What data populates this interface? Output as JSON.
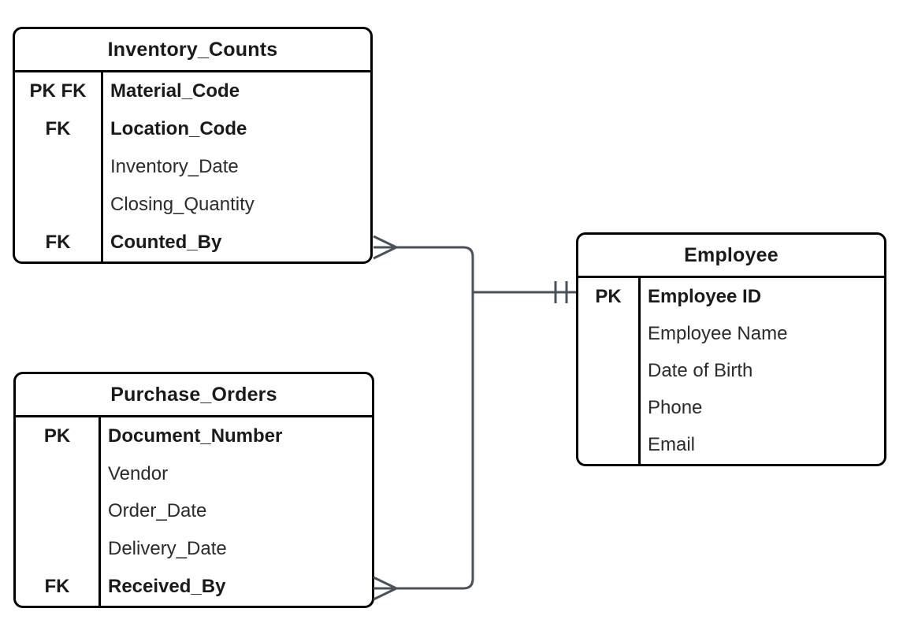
{
  "diagram": {
    "type": "entity-relationship",
    "notation": "crow's foot",
    "connector_color": "#49515c",
    "entity_border_color": "#000000",
    "background_color": "#ffffff"
  },
  "entities": {
    "inventory_counts": {
      "title": "Inventory_Counts",
      "rows": [
        {
          "key": "PK FK",
          "name": "Material_Code"
        },
        {
          "key": "FK",
          "name": "Location_Code"
        },
        {
          "key": "",
          "name": "Inventory_Date"
        },
        {
          "key": "",
          "name": "Closing_Quantity"
        },
        {
          "key": "FK",
          "name": "Counted_By"
        }
      ]
    },
    "purchase_orders": {
      "title": "Purchase_Orders",
      "rows": [
        {
          "key": "PK",
          "name": "Document_Number"
        },
        {
          "key": "",
          "name": "Vendor"
        },
        {
          "key": "",
          "name": "Order_Date"
        },
        {
          "key": "",
          "name": "Delivery_Date"
        },
        {
          "key": "FK",
          "name": "Received_By"
        }
      ]
    },
    "employee": {
      "title": "Employee",
      "rows": [
        {
          "key": "PK",
          "name": "Employee ID"
        },
        {
          "key": "",
          "name": "Employee Name"
        },
        {
          "key": "",
          "name": "Date of Birth"
        },
        {
          "key": "",
          "name": "Phone"
        },
        {
          "key": "",
          "name": "Email"
        }
      ]
    }
  },
  "relationships": [
    {
      "from": "Inventory_Counts.Counted_By",
      "to": "Employee.Employee ID",
      "from_cardinality": "many (crow's foot)",
      "to_cardinality": "one and only one (double tick)"
    },
    {
      "from": "Purchase_Orders.Received_By",
      "to": "Employee.Employee ID",
      "from_cardinality": "many (crow's foot)",
      "to_cardinality": "one and only one (double tick)"
    }
  ]
}
